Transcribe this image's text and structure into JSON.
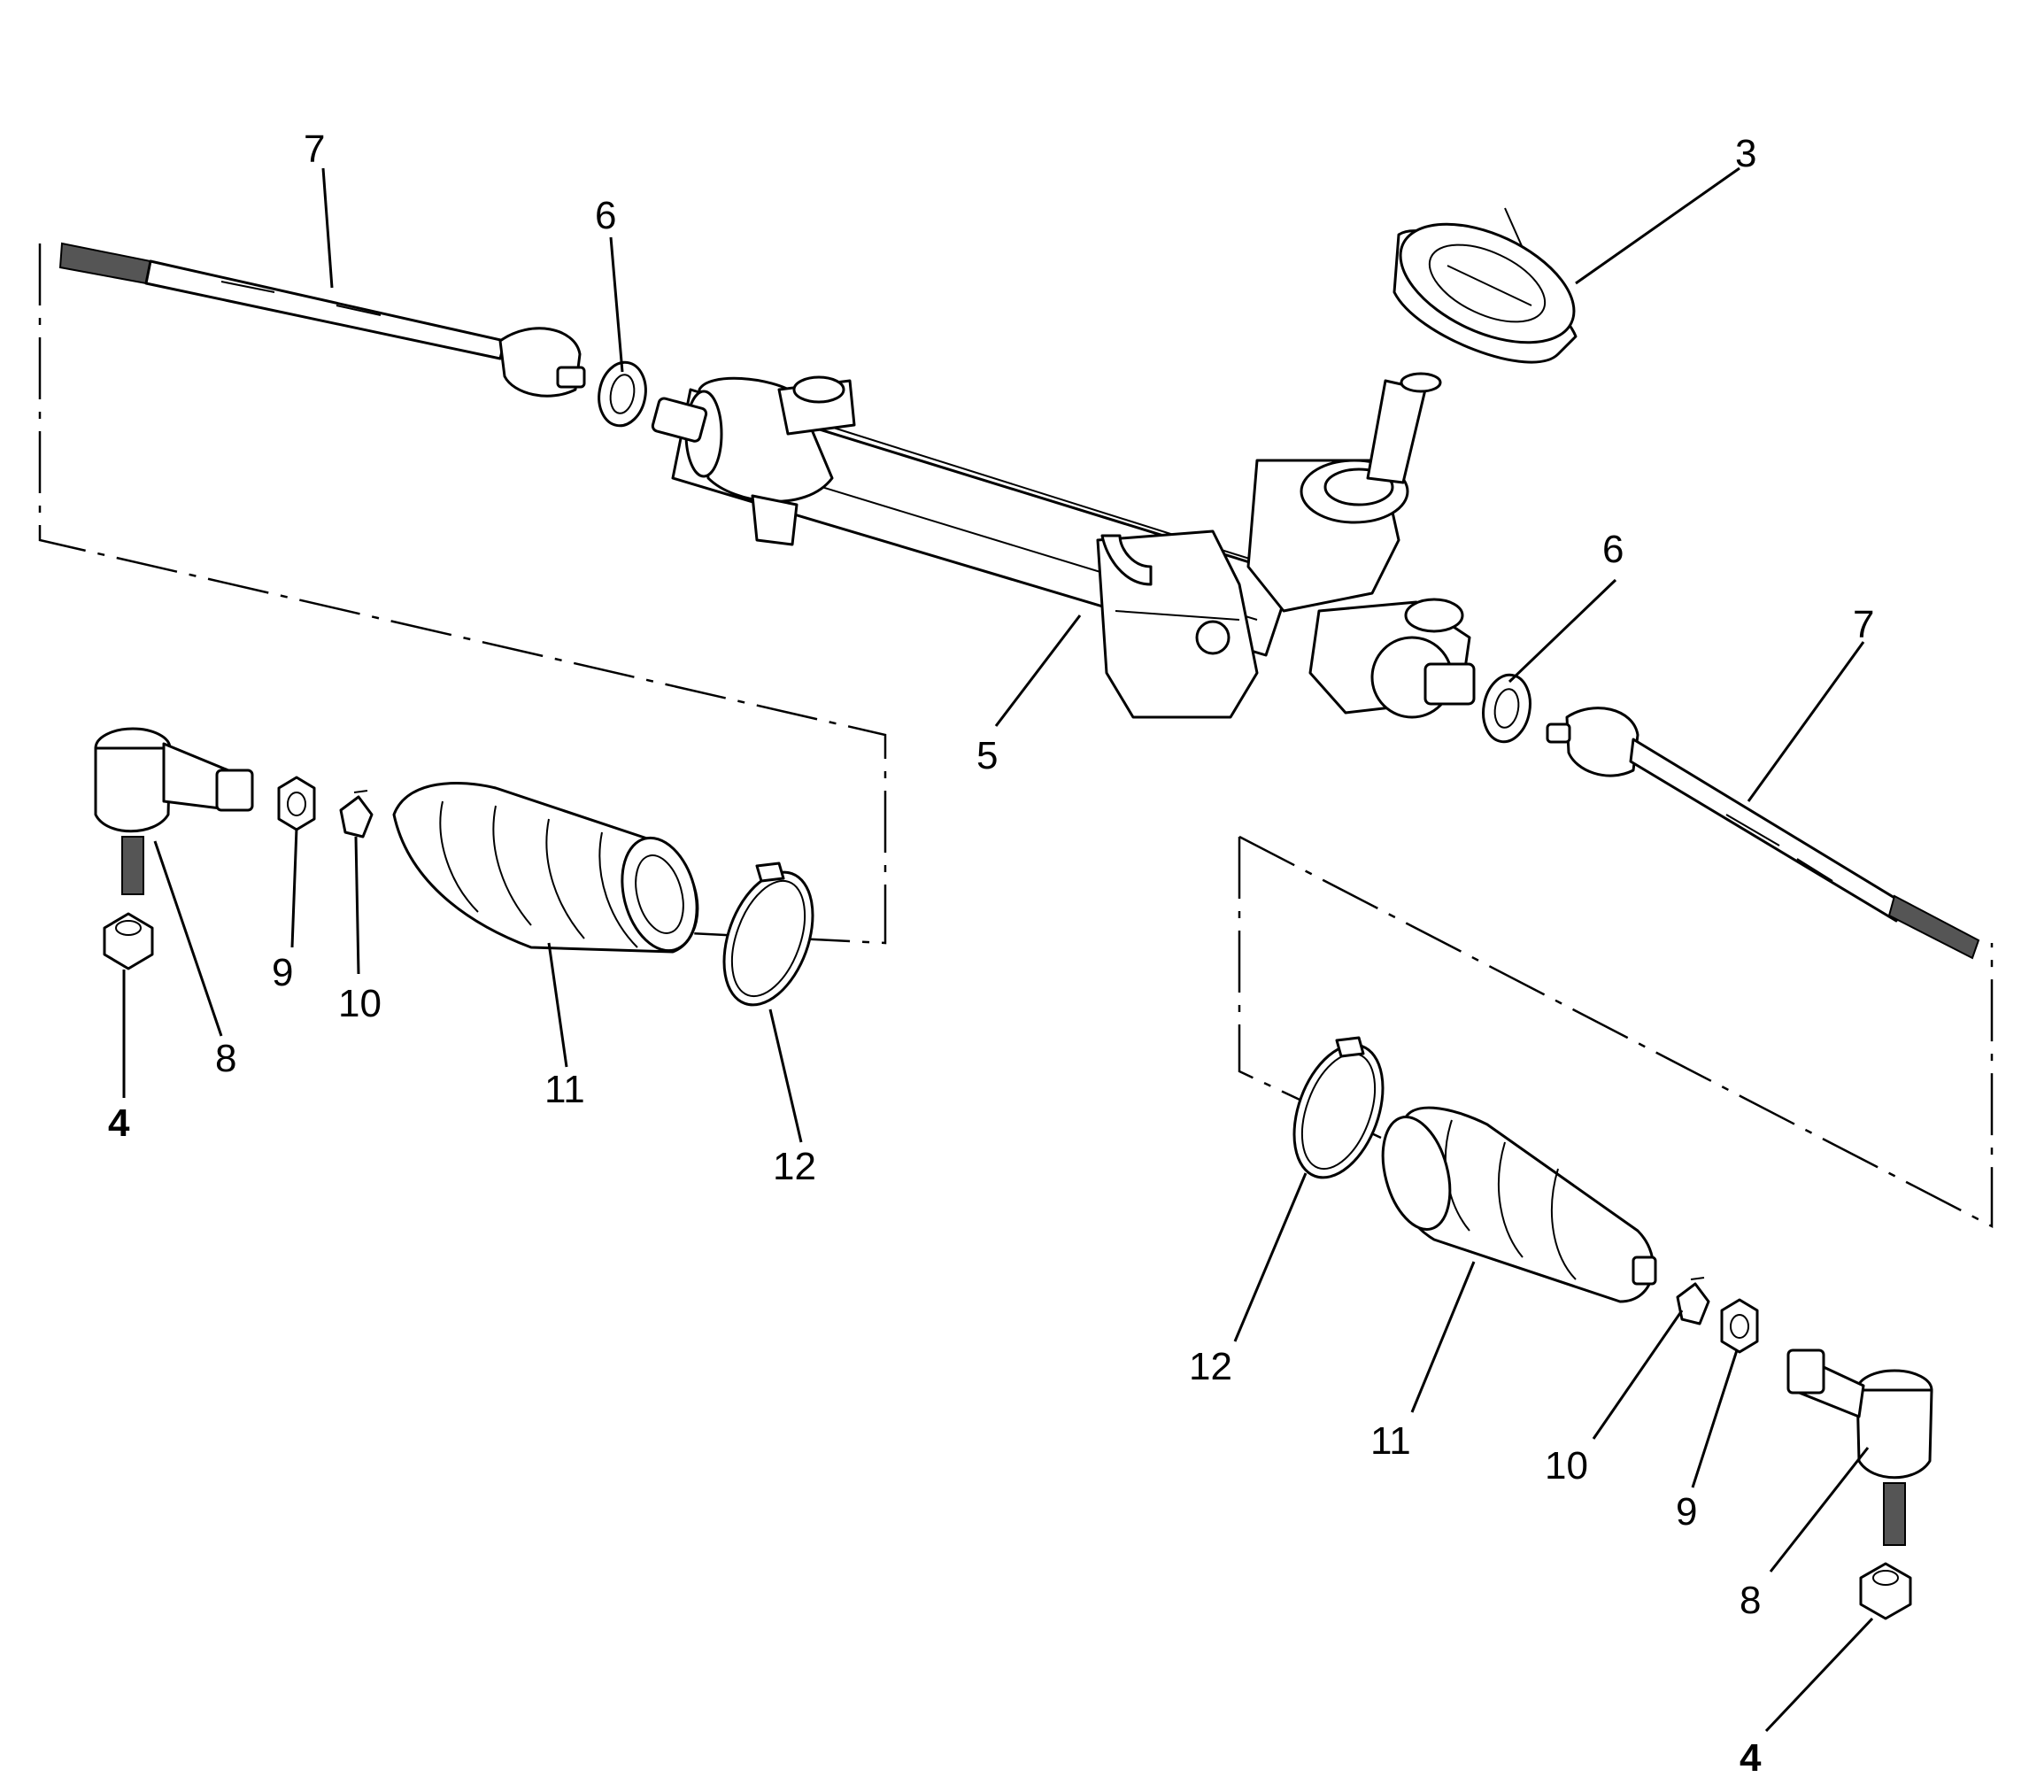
{
  "callouts": {
    "c3": "3",
    "c5": "5",
    "c6_left": "6",
    "c6_right": "6",
    "c7_left": "7",
    "c7_right": "7",
    "c8_left": "8",
    "c8_right": "8",
    "c9_left": "9",
    "c9_right": "9",
    "c10_left": "10",
    "c10_right": "10",
    "c11_left": "11",
    "c11_right": "11",
    "c12_left": "12",
    "c12_right": "12",
    "c4_left": "4",
    "c4_right": "4"
  }
}
